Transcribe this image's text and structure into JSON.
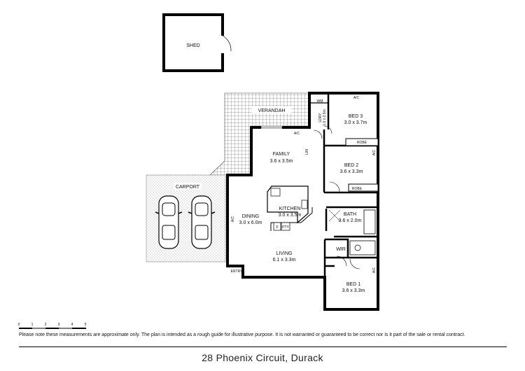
{
  "rooms": {
    "shed": {
      "name": "SHED"
    },
    "verandah": {
      "name": "VERANDAH"
    },
    "carport": {
      "name": "CARPORT"
    },
    "family": {
      "name": "FAMILY",
      "dims": "3.6 x 3.5m"
    },
    "dining": {
      "name": "DINING",
      "dims": "3.0 x 6.0m"
    },
    "kitchen": {
      "name": "KITCHEN",
      "dims": "3.0 x 3.5m"
    },
    "living": {
      "name": "LIVING",
      "dims": "6.1 x 3.3m"
    },
    "bed1": {
      "name": "BED 1",
      "dims": "3.6 x 3.3m"
    },
    "bed2": {
      "name": "BED 2",
      "dims": "3.6 x 3.3m"
    },
    "bed3": {
      "name": "BED 3",
      "dims": "3.0 x 3.7m"
    },
    "bath": {
      "name": "BATH",
      "dims": "3.6 x 2.0m"
    },
    "ldry": {
      "name": "LDRY",
      "dims": "1.6 x 2.5m"
    },
    "wir": {
      "name": "WIR"
    }
  },
  "fixtures": {
    "wm": "WM",
    "robe_bed3": "ROBE",
    "robe_bed2": "ROBE",
    "entry": "ENTRY",
    "fridge": "F",
    "pantry": "PTY",
    "linen": "LIN",
    "ac": "A/C"
  },
  "scale": {
    "ticks": [
      "0",
      "1",
      "2",
      "3",
      "4",
      "5"
    ]
  },
  "disclaimer": "Please note these measurements are approximate only. The plan is intended as a rough guide for illustrative purpose. It is not warranted or guaranteed to be correct nor is it part of the sale or rental contract.",
  "address": "28 Phoenix Circuit, Durack"
}
